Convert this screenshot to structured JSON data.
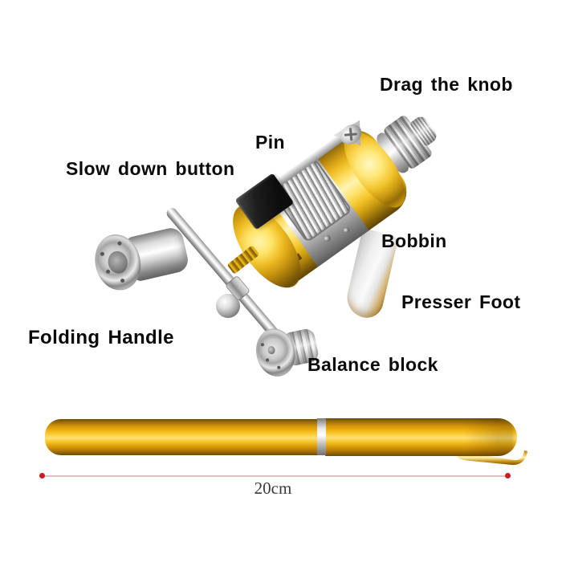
{
  "diagram": {
    "labels": {
      "drag_knob": "Drag the knob",
      "pin": "Pin",
      "slow_down_button": "Slow down button",
      "bobbin": "Bobbin",
      "presser_foot": "Presser Foot",
      "folding_handle": "Folding Handle",
      "balance_block": "Balance block"
    }
  },
  "measurement": {
    "length_label": "20cm"
  },
  "colors": {
    "background": "#ffffff",
    "label-text": "#0a0a0a",
    "reel-gold": "#f2c024",
    "pen-gold": "#f0ae10",
    "chrome": "#d8d8d8",
    "button-black": "#0d0d0d",
    "measure-dot-red": "#cf1b22",
    "measure-line": "#dcc4c2"
  }
}
